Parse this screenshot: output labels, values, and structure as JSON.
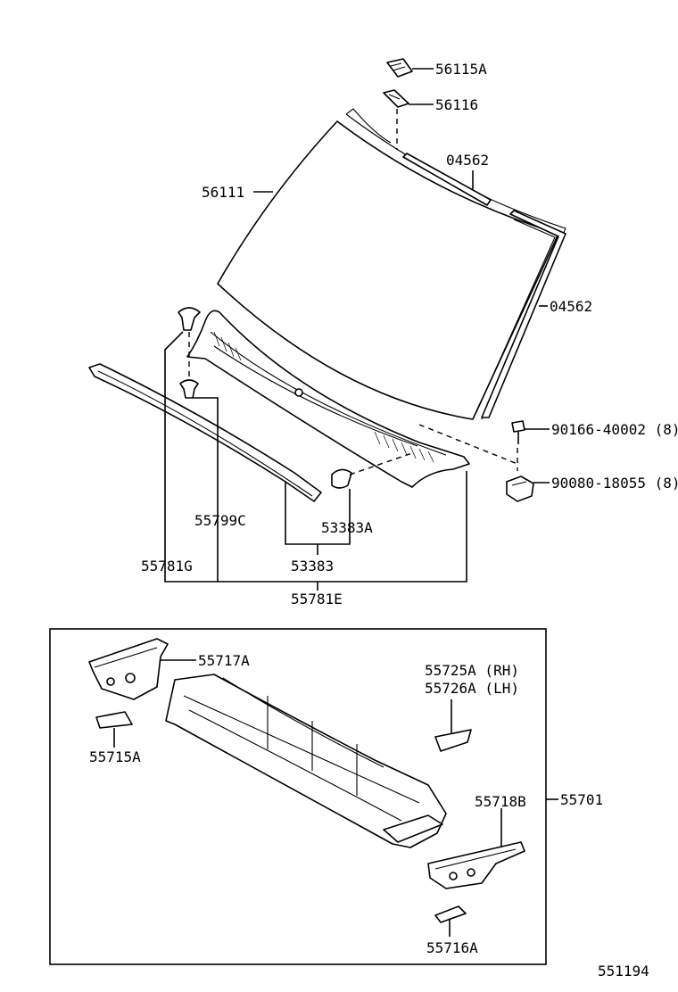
{
  "diagram_id": "551194",
  "parts": {
    "p56115A": "56115A",
    "p56116": "56116",
    "p04562_top": "04562",
    "p56111": "56111",
    "p04562_side": "04562",
    "p90166": "90166-40002 (8)",
    "p90080": "90080-18055 (8)",
    "p55799C": "55799C",
    "p53383A": "53383A",
    "p55781G": "55781G",
    "p53383": "53383",
    "p55781E": "55781E",
    "p55717A": "55717A",
    "p55725A": "55725A (RH)",
    "p55726A": "55726A (LH)",
    "p55715A": "55715A",
    "p55701": "55701",
    "p55718B": "55718B",
    "p55716A": "55716A"
  }
}
